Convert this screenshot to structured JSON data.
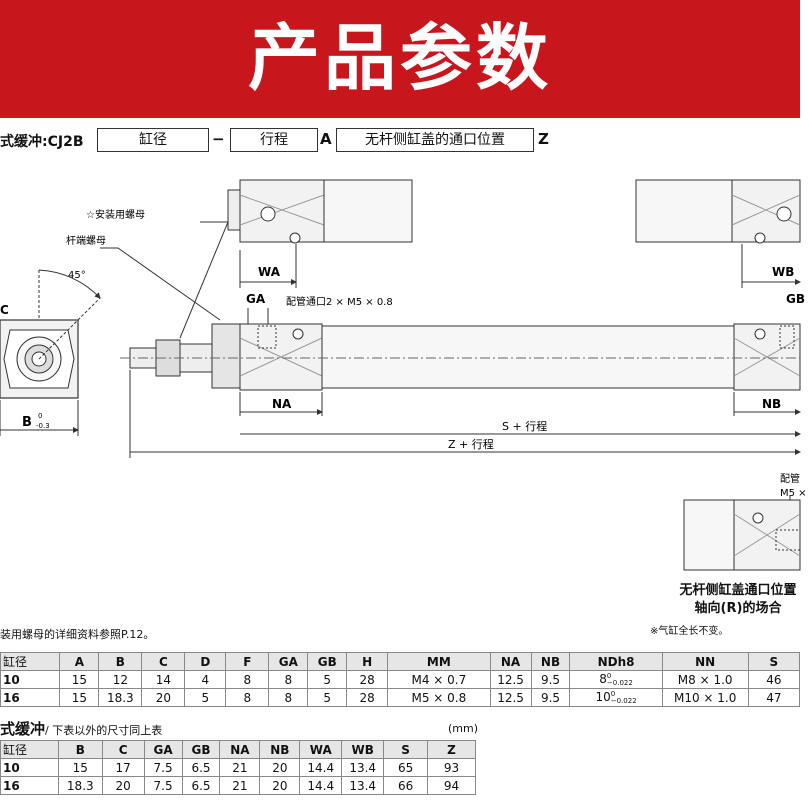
{
  "banner": {
    "title": "产品参数"
  },
  "code": {
    "prefix": "式缓冲:CJ2B",
    "box1": "缸径",
    "sep1": "−",
    "box2": "行程",
    "sep2": "A",
    "box3": "无杆侧缸盖的通口位置",
    "sep3": "Z"
  },
  "drawing": {
    "install_nut": "☆安装用螺母",
    "rod_nut": "杆端螺母",
    "angle": "45°",
    "c_label": "C",
    "b_label": "B",
    "b_tol_top": "0",
    "b_tol_bottom": "-0.3",
    "ga": "GA",
    "gb": "GB",
    "piping": "配管通口2 × M5 × 0.8",
    "wa": "WA",
    "wb": "WB",
    "na": "NA",
    "nb": "NB",
    "s_stroke": "S + 行程",
    "z_stroke": "Z + 行程",
    "piping_right": "配管",
    "m5_right": "M5 ×"
  },
  "case": {
    "line1": "无杆侧缸盖通口位置",
    "line2": "轴向(R)的场合",
    "note": "※气缸全长不变。"
  },
  "footnote": "装用螺母的详细资料参照P.12。",
  "table1": {
    "headers": [
      "缸径",
      "A",
      "B",
      "C",
      "D",
      "F",
      "GA",
      "GB",
      "H",
      "MM",
      "NA",
      "NB",
      "NDh8",
      "NN",
      "S"
    ],
    "rows": [
      [
        "10",
        "15",
        "12",
        "14",
        "4",
        "8",
        "8",
        "5",
        "28",
        "M4 × 0.7",
        "12.5",
        "9.5",
        "8",
        "M8 × 1.0",
        "46"
      ],
      [
        "16",
        "15",
        "18.3",
        "20",
        "5",
        "8",
        "8",
        "5",
        "28",
        "M5 × 0.8",
        "12.5",
        "9.5",
        "10",
        "M10 × 1.0",
        "47"
      ]
    ],
    "nd_tol_top": "0",
    "nd_tol_bottom": "−0.022"
  },
  "table2": {
    "title": "式缓冲",
    "subtitle": "/ 下表以外的尺寸同上表",
    "unit": "(mm)",
    "headers": [
      "缸径",
      "B",
      "C",
      "GA",
      "GB",
      "NA",
      "NB",
      "WA",
      "WB",
      "S",
      "Z"
    ],
    "rows": [
      [
        "10",
        "15",
        "17",
        "7.5",
        "6.5",
        "21",
        "20",
        "14.4",
        "13.4",
        "65",
        "93"
      ],
      [
        "16",
        "18.3",
        "20",
        "7.5",
        "6.5",
        "21",
        "20",
        "14.4",
        "13.4",
        "66",
        "94"
      ]
    ]
  }
}
